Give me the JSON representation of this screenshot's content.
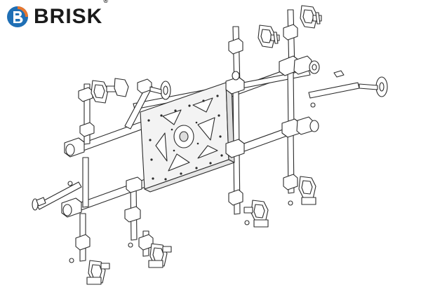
{
  "brand": {
    "name": "BRISK",
    "registered_mark": "®",
    "logo_icon": "brisk-b-emblem",
    "colors": {
      "emblem_blue": "#1f6fb5",
      "emblem_orange": "#e8772e",
      "text": "#1a1a1a"
    }
  },
  "drawing": {
    "subject": "rig-assembly-line-art",
    "line_color": "#2b2b2b",
    "fill_color": "#ffffff",
    "plate_fill": "#f3f3f3"
  }
}
